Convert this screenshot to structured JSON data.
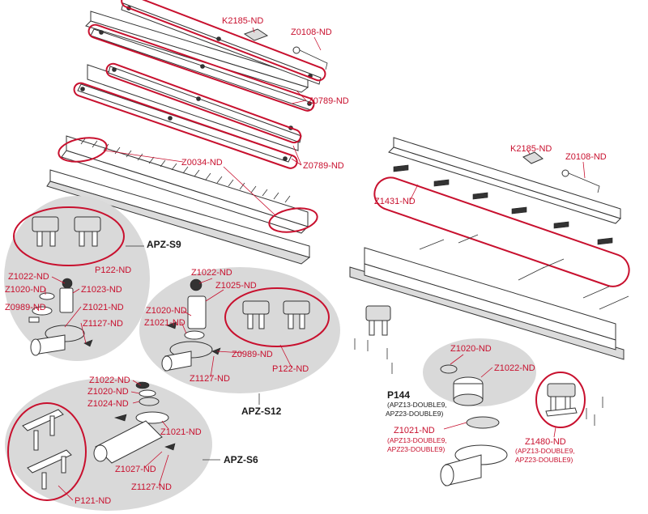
{
  "colors": {
    "accent": "#c8102e",
    "group_background": "#d9d9d9",
    "line": "#333333",
    "group_label": "#1a1a1a"
  },
  "labels": {
    "k2185_top": "K2185-ND",
    "z0108_top": "Z0108-ND",
    "z0789_a": "Z0789-ND",
    "z0789_b": "Z0789-ND",
    "z0034": "Z0034-ND",
    "k2185_right": "K2185-ND",
    "z0108_right": "Z0108-ND",
    "z1431": "Z1431-ND",
    "s9_p122": "P122-ND",
    "s9_z1022": "Z1022-ND",
    "s9_z1020": "Z1020-ND",
    "s9_z1023": "Z1023-ND",
    "s9_z0989": "Z0989-ND",
    "s9_z1021": "Z1021-ND",
    "s9_z1127": "Z1127-ND",
    "s12_z1022": "Z1022-ND",
    "s12_z1025": "Z1025-ND",
    "s12_z1020": "Z1020-ND",
    "s12_z1021": "Z1021-ND",
    "s12_z0989": "Z0989-ND",
    "s12_p122": "P122-ND",
    "s12_z1127": "Z1127-ND",
    "s6_z1022": "Z1022-ND",
    "s6_z1020": "Z1020-ND",
    "s6_z1024": "Z1024-ND",
    "s6_z1021": "Z1021-ND",
    "s6_z1027": "Z1027-ND",
    "s6_z1127": "Z1127-ND",
    "s6_p121": "P121-ND",
    "p144_z1020": "Z1020-ND",
    "p144_z1022": "Z1022-ND",
    "p144_z1021": "Z1021-ND",
    "p144_z1021_note1": "(APZ13-DOUBLE9,",
    "p144_z1021_note2": "APZ23-DOUBLE9)",
    "z1480": "Z1480-ND",
    "z1480_note1": "(APZ13-DOUBLE9,",
    "z1480_note2": "APZ23-DOUBLE9)"
  },
  "groups": {
    "apz_s9": "APZ-S9",
    "apz_s12": "APZ-S12",
    "apz_s6": "APZ-S6",
    "p144": "P144",
    "p144_note1": "(APZ13-DOUBLE9,",
    "p144_note2": "APZ23-DOUBLE9)"
  }
}
